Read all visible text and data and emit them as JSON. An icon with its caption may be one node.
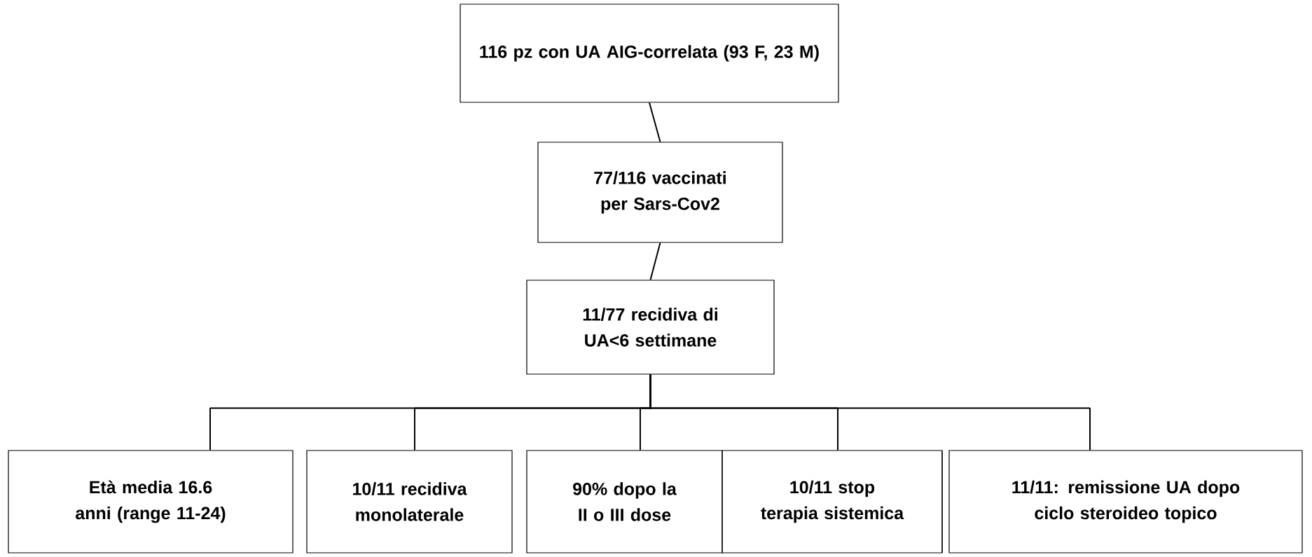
{
  "diagram": {
    "nodes": [
      {
        "text": [
          "116 pz con UA AIG-correlata (93 F, 23 M)"
        ]
      },
      {
        "text": [
          "77/116 vaccinati per Sars-Cov2"
        ]
      },
      {
        "text": [
          "11/77 recidiva di UA<6 settimane"
        ]
      },
      {
        "text": [
          "Età media 16.6 anni (range 11-24)"
        ]
      },
      {
        "text": [
          "10/11 recidiva monolaterale"
        ]
      },
      {
        "text": [
          "90% dopo la II o III dose"
        ]
      },
      {
        "text": [
          "10/11 stop terapia sistemica"
        ]
      },
      {
        "text": [
          "11/11: remissione UA dopo ciclo steroideo topico"
        ]
      }
    ],
    "edges": [
      {
        "from": 0,
        "to": 1,
        "arrow": "none"
      },
      {
        "from": 1,
        "to": 2,
        "arrow": "none"
      },
      {
        "from": 2,
        "to": 3,
        "arrow": "none"
      },
      {
        "from": 2,
        "to": 4,
        "arrow": "none"
      },
      {
        "from": 2,
        "to": 5,
        "arrow": "none"
      },
      {
        "from": 2,
        "to": 6,
        "arrow": "none"
      },
      {
        "from": 2,
        "to": 7,
        "arrow": "none"
      }
    ]
  }
}
